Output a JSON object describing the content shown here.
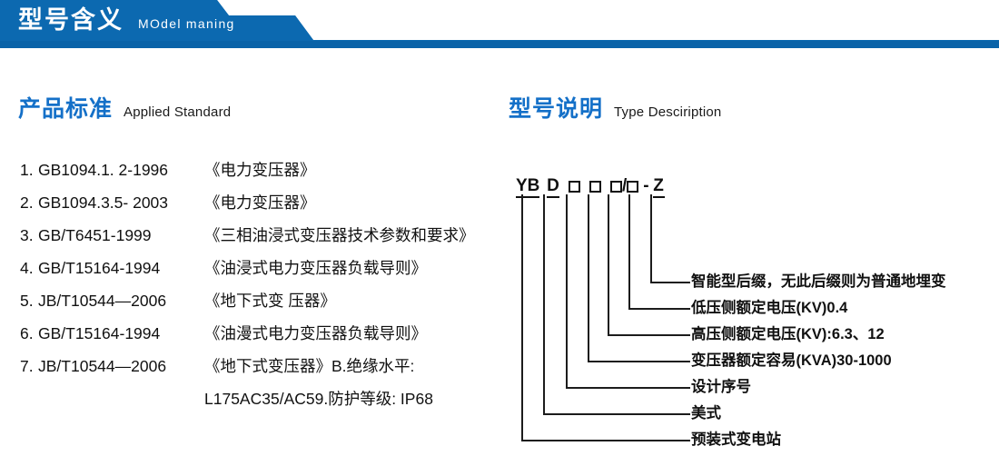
{
  "header": {
    "title_cn": "型号含义",
    "title_en": "MOdel maning",
    "band_color": "#0C69B0",
    "band_color_dark": "#0A63A8"
  },
  "accent_color": "#1470C8",
  "left": {
    "heading_cn": "产品标准",
    "heading_en": "Applied Standard",
    "standards": [
      {
        "num": "1.",
        "code": "GB1094.1. 2-1996",
        "name": "《电力变压器》"
      },
      {
        "num": "2.",
        "code": "GB1094.3.5- 2003",
        "name": "《电力变压器》"
      },
      {
        "num": "3.",
        "code": "GB/T6451-1999",
        "name": "《三相油浸式变压器技术参数和要求》"
      },
      {
        "num": "4.",
        "code": "GB/T15164-1994",
        "name": "《油浸式电力变压器负载导则》"
      },
      {
        "num": "5.",
        "code": "JB/T10544—2006",
        "name": "《地下式变 压器》"
      },
      {
        "num": "6.",
        "code": "GB/T15164-1994",
        "name": "《油漫式电力变压器负载导则》"
      },
      {
        "num": "7.",
        "code": "JB/T10544—2006",
        "name": "《地下式变压器》B.绝缘水平:"
      }
    ],
    "continuation": "L175AC35/AC59.防护等级: IP68"
  },
  "right": {
    "heading_cn": "型号说明",
    "heading_en": "Type Desciription",
    "code": {
      "yb": "YB",
      "d": "D",
      "box": "□",
      "slash": "/",
      "dash": "-",
      "z": "Z"
    },
    "callouts": [
      {
        "label": "智能型后缀，无此后缀则为普通地埋变"
      },
      {
        "label": "低压侧额定电压(KV)0.4"
      },
      {
        "label": "高压侧额定电压(KV):6.3、12"
      },
      {
        "label": "变压器额定容易(KVA)30-1000"
      },
      {
        "label": "设计序号"
      },
      {
        "label": "美式"
      },
      {
        "label": "预装式变电站"
      }
    ]
  }
}
